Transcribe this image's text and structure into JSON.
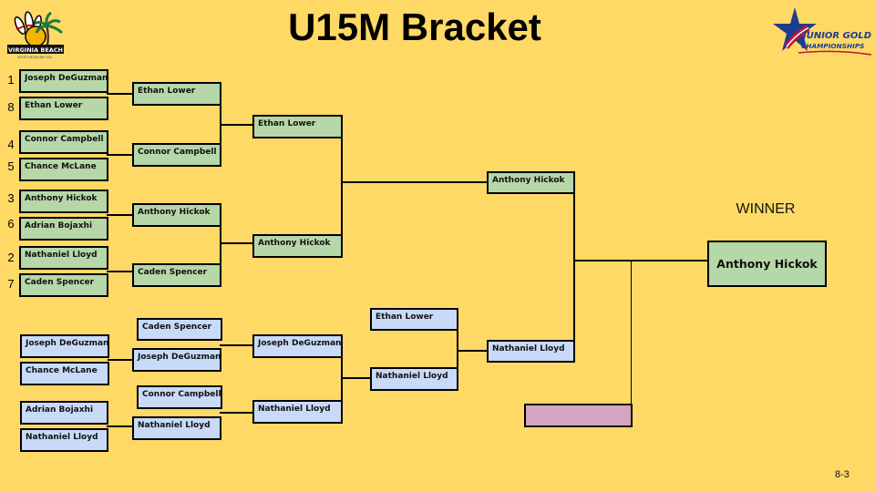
{
  "title": "U15M Bracket",
  "page_number": "8-3",
  "logos": {
    "left": {
      "icon": "virginia-beach-youth-bowling-logo",
      "text_main": "VIRGINIA BEACH",
      "text_sub": "YOUTH BOWLING INC."
    },
    "right": {
      "icon": "junior-gold-championships-logo",
      "text_line1": "JUNIOR GOLD",
      "text_line2": "CHAMPIONSHIPS"
    }
  },
  "colors": {
    "background": "#ffd966",
    "winners_bracket": "#b6d7a8",
    "losers_bracket": "#c9daf8",
    "empty_slot": "#d5a6bd"
  },
  "winners_bracket": {
    "round1": [
      {
        "seed": "1",
        "name": "Joseph DeGuzman"
      },
      {
        "seed": "8",
        "name": "Ethan Lower"
      },
      {
        "seed": "4",
        "name": "Connor Campbell"
      },
      {
        "seed": "5",
        "name": "Chance McLane"
      },
      {
        "seed": "3",
        "name": "Anthony Hickok"
      },
      {
        "seed": "6",
        "name": "Adrian Bojaxhi"
      },
      {
        "seed": "2",
        "name": "Nathaniel Lloyd"
      },
      {
        "seed": "7",
        "name": "Caden Spencer"
      }
    ],
    "round2": [
      "Ethan Lower",
      "Connor Campbell",
      "Anthony Hickok",
      "Caden Spencer"
    ],
    "round3": [
      "Ethan Lower",
      "Anthony Hickok"
    ],
    "final": "Anthony Hickok"
  },
  "losers_bracket": {
    "round1": [
      "Joseph DeGuzman",
      "Chance McLane",
      "Adrian Bojaxhi",
      "Nathaniel Lloyd"
    ],
    "round2_dropins": [
      "Caden Spencer",
      "Connor Campbell"
    ],
    "round2": [
      "Joseph DeGuzman",
      "Nathaniel Lloyd"
    ],
    "round3": [
      "Joseph DeGuzman",
      "Nathaniel Lloyd"
    ],
    "round4_dropin": "Ethan Lower",
    "round4": "Nathaniel Lloyd",
    "final": "Nathaniel Lloyd"
  },
  "if_necessary_slot": "",
  "champion": {
    "label": "WINNER",
    "name": "Anthony Hickok"
  }
}
